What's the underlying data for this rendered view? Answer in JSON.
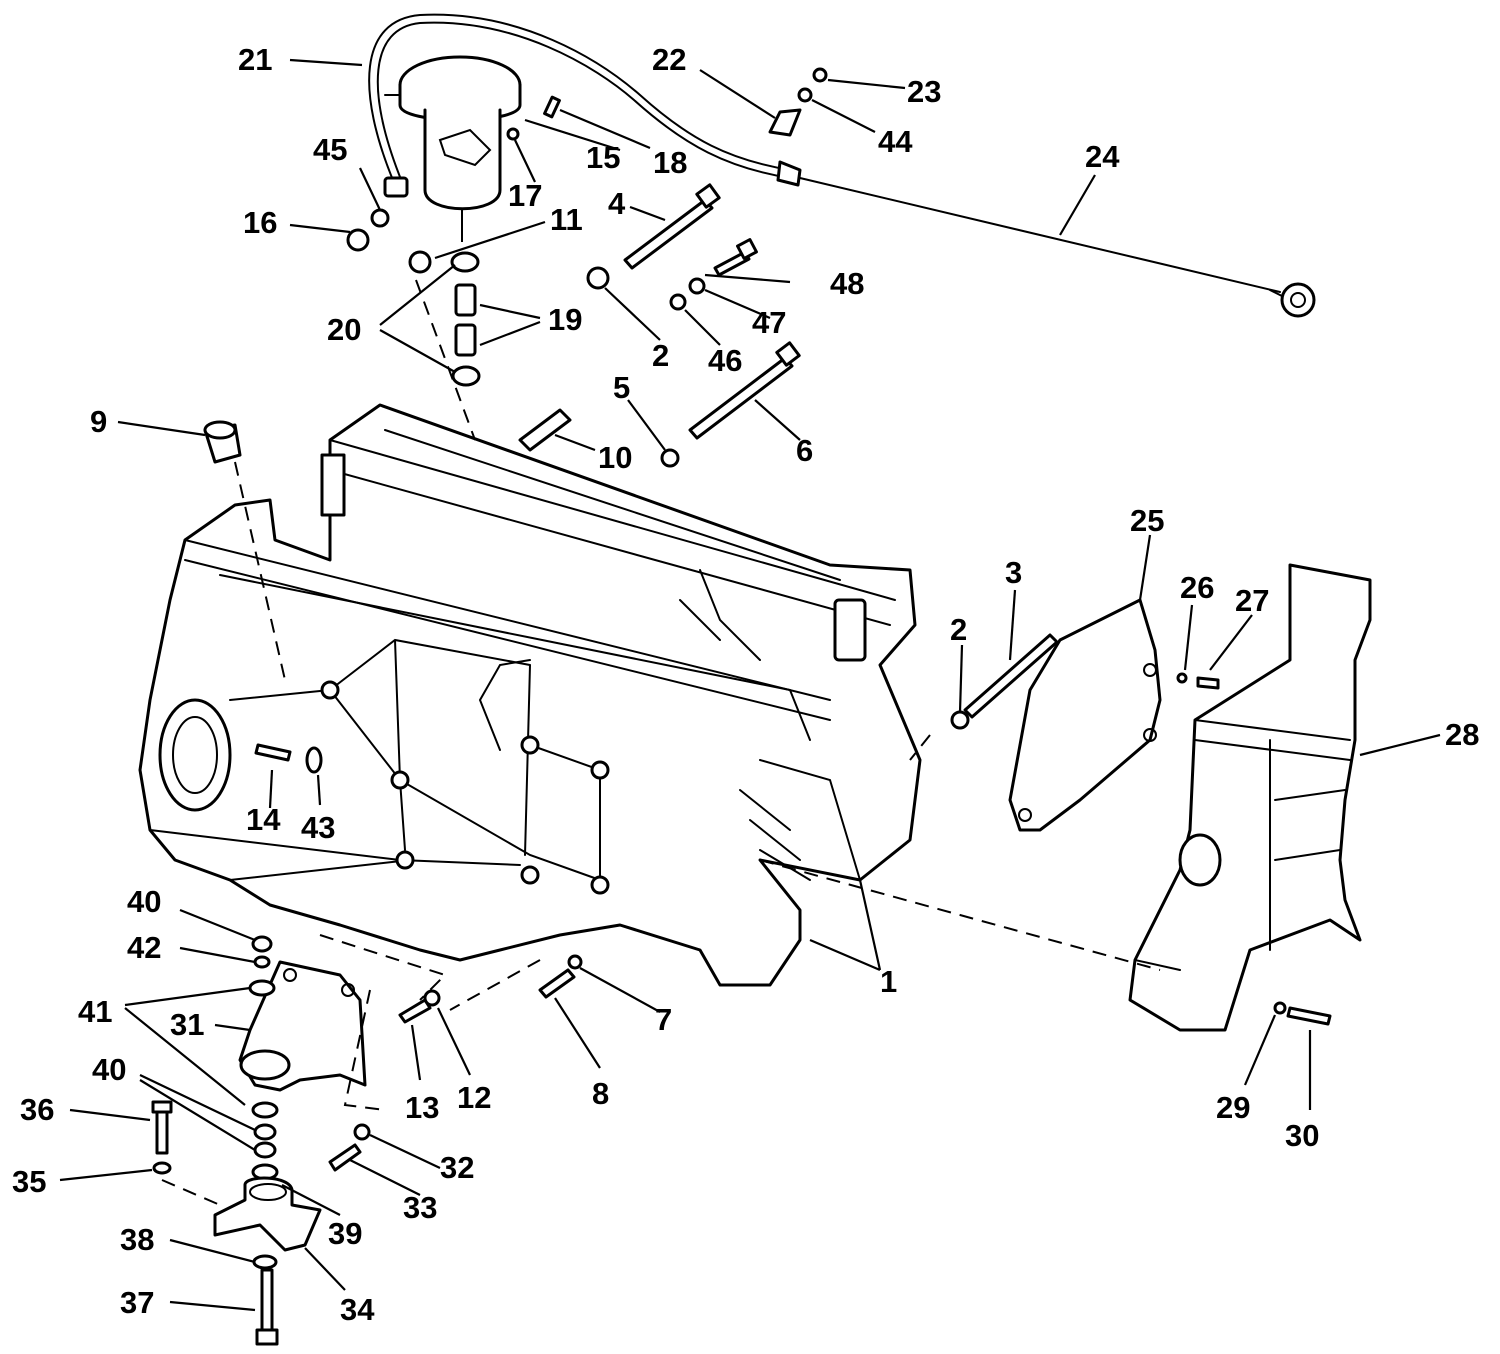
{
  "colors": {
    "line": "#000000",
    "background": "#ffffff"
  },
  "callouts": [
    {
      "id": "c1",
      "text": "1"
    },
    {
      "id": "c2a",
      "text": "2"
    },
    {
      "id": "c2b",
      "text": "2"
    },
    {
      "id": "c3",
      "text": "3"
    },
    {
      "id": "c4",
      "text": "4"
    },
    {
      "id": "c5",
      "text": "5"
    },
    {
      "id": "c6",
      "text": "6"
    },
    {
      "id": "c7",
      "text": "7"
    },
    {
      "id": "c8",
      "text": "8"
    },
    {
      "id": "c9",
      "text": "9"
    },
    {
      "id": "c10",
      "text": "10"
    },
    {
      "id": "c11",
      "text": "11"
    },
    {
      "id": "c12",
      "text": "12"
    },
    {
      "id": "c13",
      "text": "13"
    },
    {
      "id": "c14",
      "text": "14"
    },
    {
      "id": "c15",
      "text": "15"
    },
    {
      "id": "c16",
      "text": "16"
    },
    {
      "id": "c17",
      "text": "17"
    },
    {
      "id": "c18",
      "text": "18"
    },
    {
      "id": "c19",
      "text": "19"
    },
    {
      "id": "c20",
      "text": "20"
    },
    {
      "id": "c21",
      "text": "21"
    },
    {
      "id": "c22",
      "text": "22"
    },
    {
      "id": "c23",
      "text": "23"
    },
    {
      "id": "c24",
      "text": "24"
    },
    {
      "id": "c25",
      "text": "25"
    },
    {
      "id": "c26",
      "text": "26"
    },
    {
      "id": "c27",
      "text": "27"
    },
    {
      "id": "c28",
      "text": "28"
    },
    {
      "id": "c29",
      "text": "29"
    },
    {
      "id": "c30",
      "text": "30"
    },
    {
      "id": "c31",
      "text": "31"
    },
    {
      "id": "c32",
      "text": "32"
    },
    {
      "id": "c33",
      "text": "33"
    },
    {
      "id": "c34",
      "text": "34"
    },
    {
      "id": "c35",
      "text": "35"
    },
    {
      "id": "c36",
      "text": "36"
    },
    {
      "id": "c37",
      "text": "37"
    },
    {
      "id": "c38",
      "text": "38"
    },
    {
      "id": "c39",
      "text": "39"
    },
    {
      "id": "c40a",
      "text": "40"
    },
    {
      "id": "c40b",
      "text": "40"
    },
    {
      "id": "c41",
      "text": "41"
    },
    {
      "id": "c42",
      "text": "42"
    },
    {
      "id": "c43",
      "text": "43"
    },
    {
      "id": "c44",
      "text": "44"
    },
    {
      "id": "c45",
      "text": "45"
    },
    {
      "id": "c46",
      "text": "46"
    },
    {
      "id": "c47",
      "text": "47"
    },
    {
      "id": "c48",
      "text": "48"
    }
  ]
}
